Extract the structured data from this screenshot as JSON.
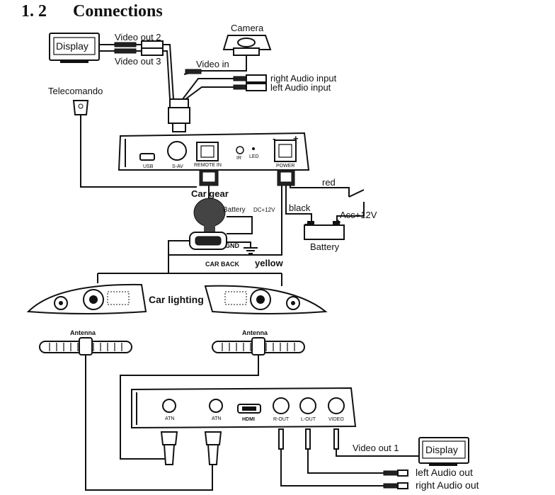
{
  "title": {
    "number": "1. 2",
    "text": "Connections"
  },
  "top": {
    "display_label": "Display",
    "video_out_2": "Video out 2",
    "video_out_3": "Video out 3",
    "camera": "Camera",
    "video_in": "Video in",
    "right_audio_input": "right Audio input",
    "left_audio_input": "left Audio input",
    "telecomando": "Telecomando",
    "ports": {
      "usb": "USB",
      "sav": "S-AV",
      "remote_in": "REMOTE IN",
      "ir": "IR",
      "led": "LED",
      "power": "POWER"
    },
    "car_gear": "Car gear",
    "battery_dc": "Battery",
    "dc12v": "DC+12V",
    "gnd": "GND",
    "car_back": "CAR BACK",
    "yellow": "yellow",
    "red": "red",
    "black": "black",
    "acc12v": "Acc+12V",
    "battery": "Battery",
    "minus": "-",
    "plus": "+",
    "car_lighting": "Car lighting"
  },
  "bottom": {
    "antenna_left": "Antenna",
    "antenna_right": "Antenna",
    "ports": {
      "atn1": "ATN",
      "atn2": "ATN",
      "hdmi": "HDMI",
      "rout": "R-OUT",
      "lout": "L-OUT",
      "video": "VIDEO"
    },
    "video_out_1": "Video out 1",
    "display_label": "Display",
    "left_audio_out": "left Audio out",
    "right_audio_out": "right Audio out"
  }
}
